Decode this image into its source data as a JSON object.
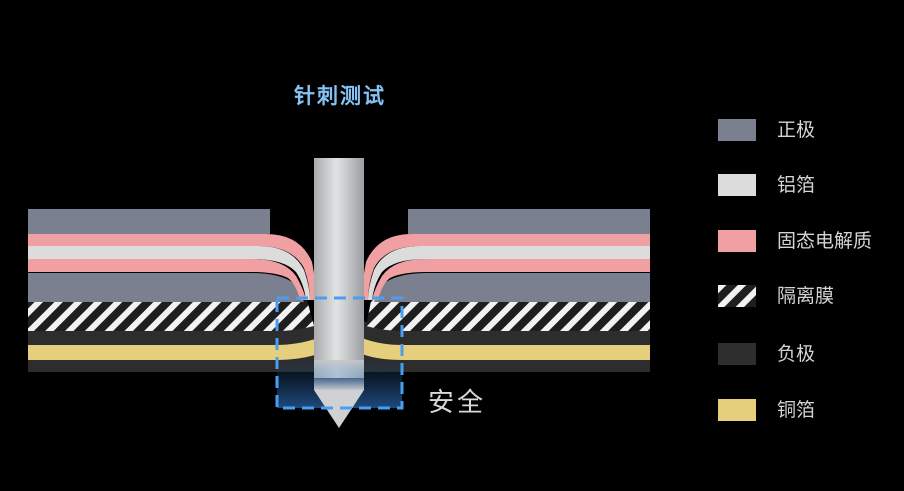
{
  "title": "针刺测试",
  "result_label": "安全",
  "colors": {
    "background": "#000000",
    "title": "#86c3f5",
    "highlight_box": "#4a9ef0"
  },
  "legend": [
    {
      "label": "正极",
      "color": "#7b8090",
      "pattern": "solid"
    },
    {
      "label": "铝箔",
      "color": "#dcdcdc",
      "pattern": "solid"
    },
    {
      "label": "固态电解质",
      "color": "#f0a0a2",
      "pattern": "solid"
    },
    {
      "label": "隔离膜",
      "color": "#ffffff",
      "pattern": "diagonal-stripes"
    },
    {
      "label": "负极",
      "color": "#2e2e2e",
      "pattern": "solid"
    },
    {
      "label": "铜箔",
      "color": "#e5cf7d",
      "pattern": "solid"
    }
  ],
  "needle_color": "#c9cbcd"
}
